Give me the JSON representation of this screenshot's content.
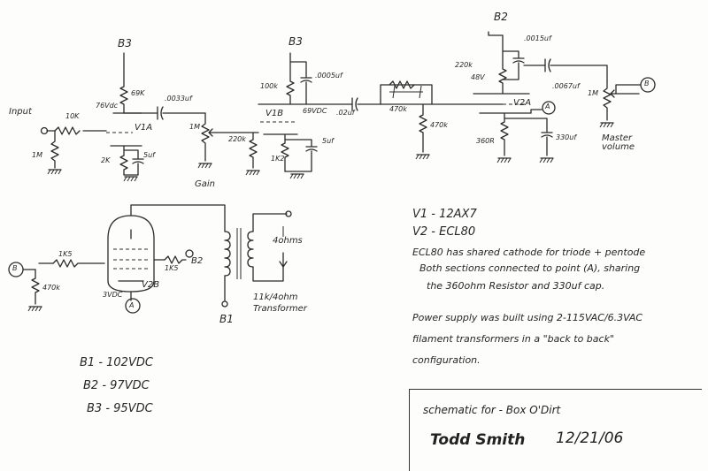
{
  "schematic": {
    "input_label": "Input",
    "master_volume_label": "Master volume",
    "gain_label": "Gain",
    "transformer_label": "11k/4ohm Transformer",
    "output_label": "4ohms",
    "nodes": {
      "b3_left": "B3",
      "b3_mid": "B3",
      "b2_top": "B2",
      "b2_power": "B2",
      "b1": "B1",
      "b_right": "B",
      "b_left": "B",
      "a_point": "A",
      "a_cathode": "A"
    },
    "tubes": {
      "v1a": "V1A",
      "v1b": "V1B",
      "v2a": "V2A",
      "v2b": "V2B"
    },
    "voltages": {
      "v1a_plate": "76Vdc",
      "v1b_plate": "69VDC",
      "v2a_plate": "48V",
      "v2b_cathode": "3VDC"
    },
    "components": {
      "r_10k": "10K",
      "r_1m_input": "1M",
      "r_69k": "69K",
      "c_0033": ".0033uf",
      "r_2k": "2K",
      "c_5uf_a": "5uf",
      "pot_1m_gain": "1M",
      "r_220k_a": "220k",
      "r_100k": "100k",
      "c_0005": ".0005uf",
      "r_1k2": "1K2",
      "c_5uf_b": "5uf",
      "c_02": ".02uf",
      "r_470k_a": "470k",
      "r_470k_b": "470k",
      "r_220k_b": "220k",
      "c_0015": ".0015uf",
      "c_0067": ".0067uf",
      "r_360": "360R",
      "c_330": "330uf",
      "pot_1m_master": "1M",
      "r_1k5_a": "1K5",
      "r_1k5_b": "1K5",
      "r_470k_c": "470k"
    }
  },
  "notes": {
    "tube_v1": "V1 - 12AX7",
    "tube_v2": "V2 - ECL80",
    "ecl80_lines": [
      "ECL80 has shared cathode for triode + pentode",
      "Both sections connected to point (A), sharing",
      "the 360ohm Resistor and 330uf cap."
    ],
    "power_lines": [
      "Power supply was built using 2-115VAC/6.3VAC",
      "filament transformers in a \"back to back\"",
      "configuration."
    ],
    "supply_voltages": [
      "B1 - 102VDC",
      "B2 - 97VDC",
      "B3 - 95VDC"
    ]
  },
  "title_block": {
    "title": "schematic for - Box O'Dirt",
    "signature": "Todd Smith",
    "date": "12/21/06"
  }
}
